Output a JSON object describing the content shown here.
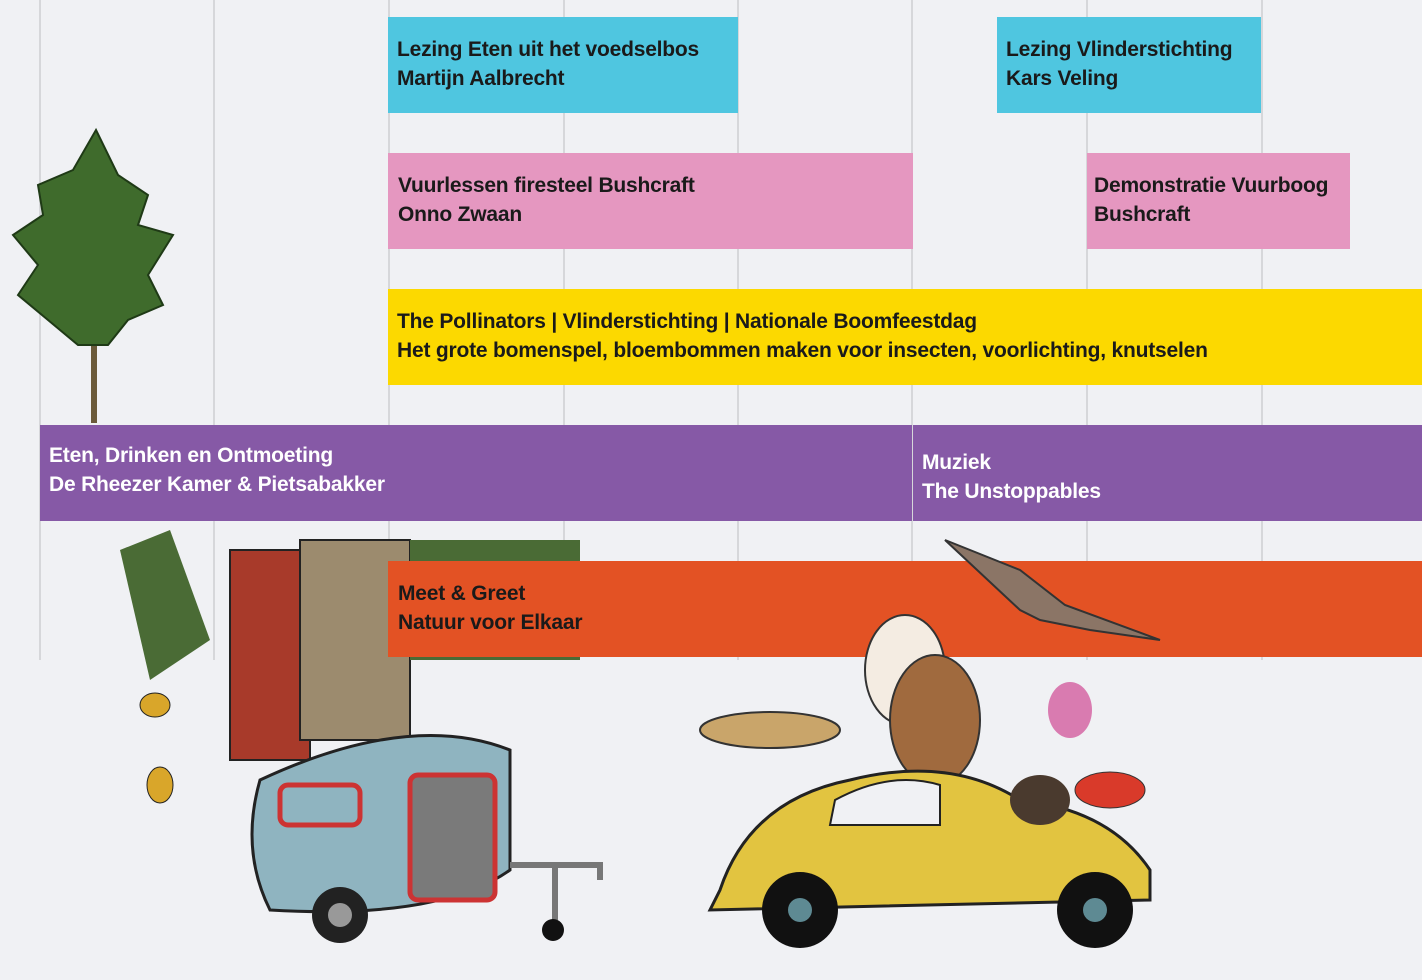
{
  "colors": {
    "lecture": "#4fc6e0",
    "bushcraft": "#e597c0",
    "kids": "#fcd900",
    "food_music": "#8659a6",
    "meet": "#e35224",
    "background": "#f0f1f4"
  },
  "events": {
    "lecture_food_forest": {
      "title": "Lezing Eten uit het voedselbos",
      "subtitle": "Martijn Aalbrecht"
    },
    "lecture_butterfly": {
      "title": "Lezing Vlinderstichting",
      "subtitle": "Kars Veling"
    },
    "fire_lessons": {
      "title": "Vuurlessen firesteel Bushcraft",
      "subtitle": "Onno Zwaan"
    },
    "bow_drill_demo": {
      "title": "Demonstratie Vuurboog",
      "subtitle": "Bushcraft"
    },
    "pollinators": {
      "title": "The Pollinators | Vlinderstichting | Nationale Boomfeestdag",
      "subtitle": "Het grote bomenspel, bloembommen maken voor insecten, voorlichting, knutselen"
    },
    "food_drink": {
      "title": "Eten, Drinken en Ontmoeting",
      "subtitle": "De Rheezer Kamer & Pietsabakker"
    },
    "music": {
      "title": "Muziek",
      "subtitle": "The Unstoppables"
    },
    "meet_greet": {
      "title": "Meet & Greet",
      "subtitle": "Natuur voor Elkaar"
    }
  }
}
